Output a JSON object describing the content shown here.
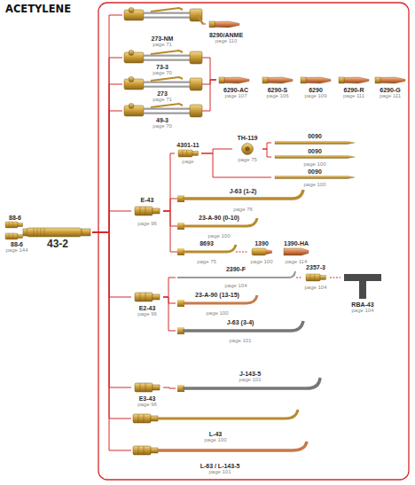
{
  "diagram": {
    "title": "ACETYLENE",
    "nodes": [
      {
        "text": [
          "88-6"
        ]
      },
      {
        "text": [
          "88-6",
          "page 144"
        ]
      },
      {
        "text": [
          "43-2"
        ]
      },
      {
        "text": [
          "273-NM",
          "page 71"
        ]
      },
      {
        "text": [
          "8290/ANME",
          "page 110"
        ]
      },
      {
        "text": [
          "73-3",
          "page 70"
        ]
      },
      {
        "text": [
          "273",
          "page 71"
        ]
      },
      {
        "text": [
          "49-3",
          "page 70"
        ]
      },
      {
        "text": [
          "6290-AC",
          "page 107"
        ]
      },
      {
        "text": [
          "6290-S",
          "page 106"
        ]
      },
      {
        "text": [
          "6290",
          "page 109"
        ]
      },
      {
        "text": [
          "6290-R",
          "page 111"
        ]
      },
      {
        "text": [
          "6290-G",
          "page 111"
        ]
      },
      {
        "text": [
          "E-43",
          "page 96"
        ]
      },
      {
        "text": [
          "4301-11",
          "page"
        ]
      },
      {
        "text": [
          "TH-119",
          "page 75"
        ]
      },
      {
        "text": [
          "0090"
        ]
      },
      {
        "text": [
          "0090",
          "page 100"
        ]
      },
      {
        "text": [
          "0090",
          "page 100"
        ]
      },
      {
        "text": [
          "J-63 (1-2)",
          "page 76"
        ]
      },
      {
        "text": [
          "23-A-90 (0-10)",
          "page 100"
        ]
      },
      {
        "text": [
          "8693",
          "page 75"
        ]
      },
      {
        "text": [
          "1390",
          "page 100"
        ]
      },
      {
        "text": [
          "1390-HA",
          "page 114"
        ]
      },
      {
        "text": [
          "E2-43",
          "page 96"
        ]
      },
      {
        "text": [
          "2390-F",
          "page 104"
        ]
      },
      {
        "text": [
          "2357-3",
          "page 104"
        ]
      },
      {
        "text": [
          "RBA-43",
          "page 104"
        ]
      },
      {
        "text": [
          "23-A-90 (13-15)",
          "page 100"
        ]
      },
      {
        "text": [
          "J-63 (3-4)",
          "page 101"
        ]
      },
      {
        "text": [
          "E3-43",
          "page 96"
        ]
      },
      {
        "text": [
          "J-143-5",
          "page 101"
        ]
      },
      {
        "text": [
          "L-43",
          "page 100"
        ]
      },
      {
        "text": [
          "L-63 / L-143-5",
          "page 101"
        ]
      }
    ],
    "edges": [
      {
        "from": 2,
        "to": 3,
        "arrow": "none"
      },
      {
        "from": 2,
        "to": 5,
        "arrow": "none"
      },
      {
        "from": 2,
        "to": 6,
        "arrow": "none"
      },
      {
        "from": 2,
        "to": 7,
        "arrow": "none"
      },
      {
        "from": 2,
        "to": 13,
        "arrow": "none"
      },
      {
        "from": 2,
        "to": 24,
        "arrow": "none"
      },
      {
        "from": 2,
        "to": 30,
        "arrow": "none"
      },
      {
        "from": 2,
        "to": 32,
        "arrow": "none"
      },
      {
        "from": 2,
        "to": 33,
        "arrow": "none"
      },
      {
        "from": 3,
        "to": 4,
        "arrow": "none"
      },
      {
        "from": 5,
        "to": 8,
        "arrow": "none"
      },
      {
        "from": 6,
        "to": 8,
        "arrow": "none"
      },
      {
        "from": 7,
        "to": 8,
        "arrow": "none"
      },
      {
        "from": 13,
        "to": 14,
        "arrow": "none"
      },
      {
        "from": 13,
        "to": 19,
        "arrow": "none"
      },
      {
        "from": 13,
        "to": 20,
        "arrow": "none"
      },
      {
        "from": 13,
        "to": 21,
        "arrow": "none"
      },
      {
        "from": 14,
        "to": 15,
        "arrow": "none"
      },
      {
        "from": 14,
        "to": 18,
        "arrow": "none"
      },
      {
        "from": 15,
        "to": 16,
        "arrow": "none"
      },
      {
        "from": 15,
        "to": 17,
        "arrow": "none"
      },
      {
        "from": 21,
        "to": 22,
        "arrow": "none"
      },
      {
        "from": 24,
        "to": 25,
        "arrow": "none"
      },
      {
        "from": 24,
        "to": 28,
        "arrow": "none"
      },
      {
        "from": 24,
        "to": 29,
        "arrow": "none"
      },
      {
        "from": 25,
        "to": 26,
        "arrow": "none"
      },
      {
        "from": 26,
        "to": 27,
        "arrow": "none"
      },
      {
        "from": 30,
        "to": 31,
        "arrow": "none"
      }
    ]
  }
}
